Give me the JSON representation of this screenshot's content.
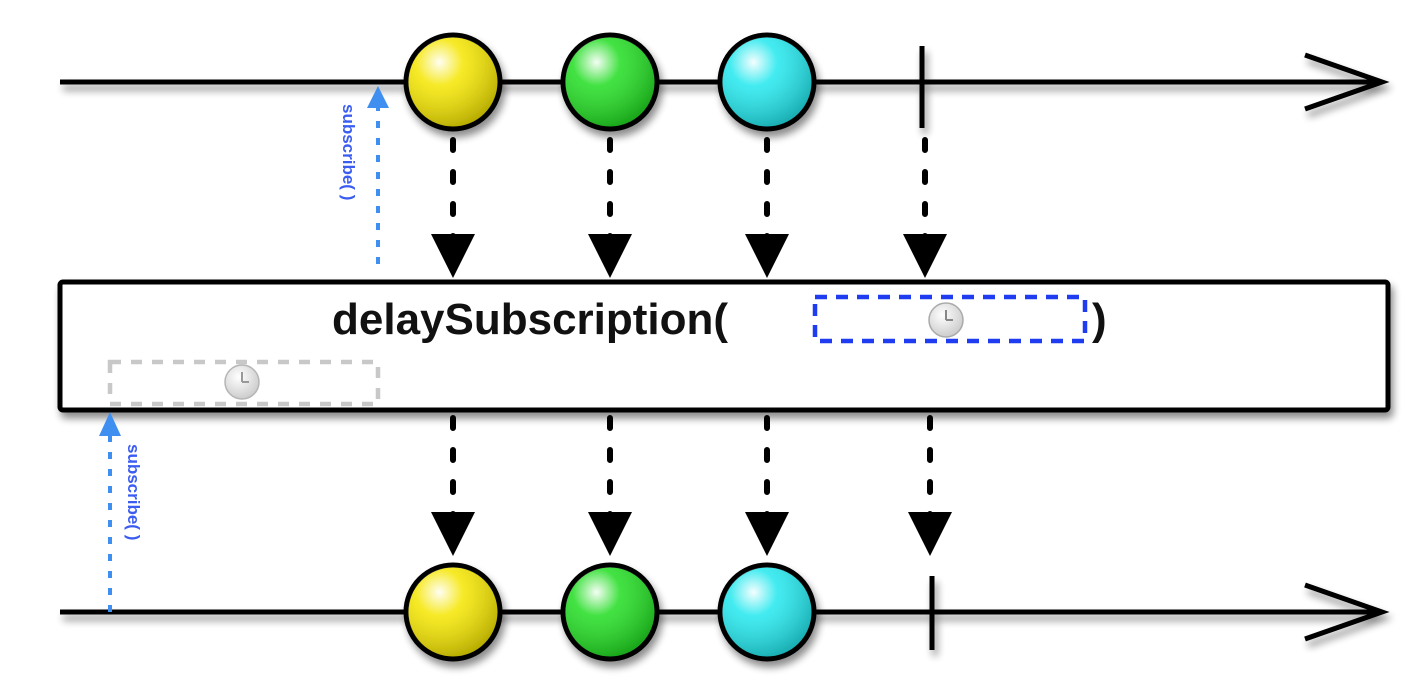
{
  "title": "delaySubscription marble diagram",
  "operator": {
    "name": "delaySubscription(",
    "close": ")",
    "parameter_icon": "clock-icon"
  },
  "subscribe_label": "subscribe( )",
  "source_stream": {
    "items": [
      {
        "name": "yellow",
        "color": "#f5e600"
      },
      {
        "name": "green",
        "color": "#22dd22"
      },
      {
        "name": "cyan",
        "color": "#22e8ee"
      }
    ],
    "completes": true
  },
  "result_stream": {
    "items": [
      {
        "name": "yellow",
        "color": "#f5e600"
      },
      {
        "name": "green",
        "color": "#22dd22"
      },
      {
        "name": "cyan",
        "color": "#22e8ee"
      }
    ],
    "completes": true
  },
  "colors": {
    "subscribe_arrow": "#3f8ff0",
    "subscribe_text": "#3a5cf0",
    "delay_box_active": "#1f3cf0",
    "delay_box_inactive": "#c8c8c8"
  }
}
